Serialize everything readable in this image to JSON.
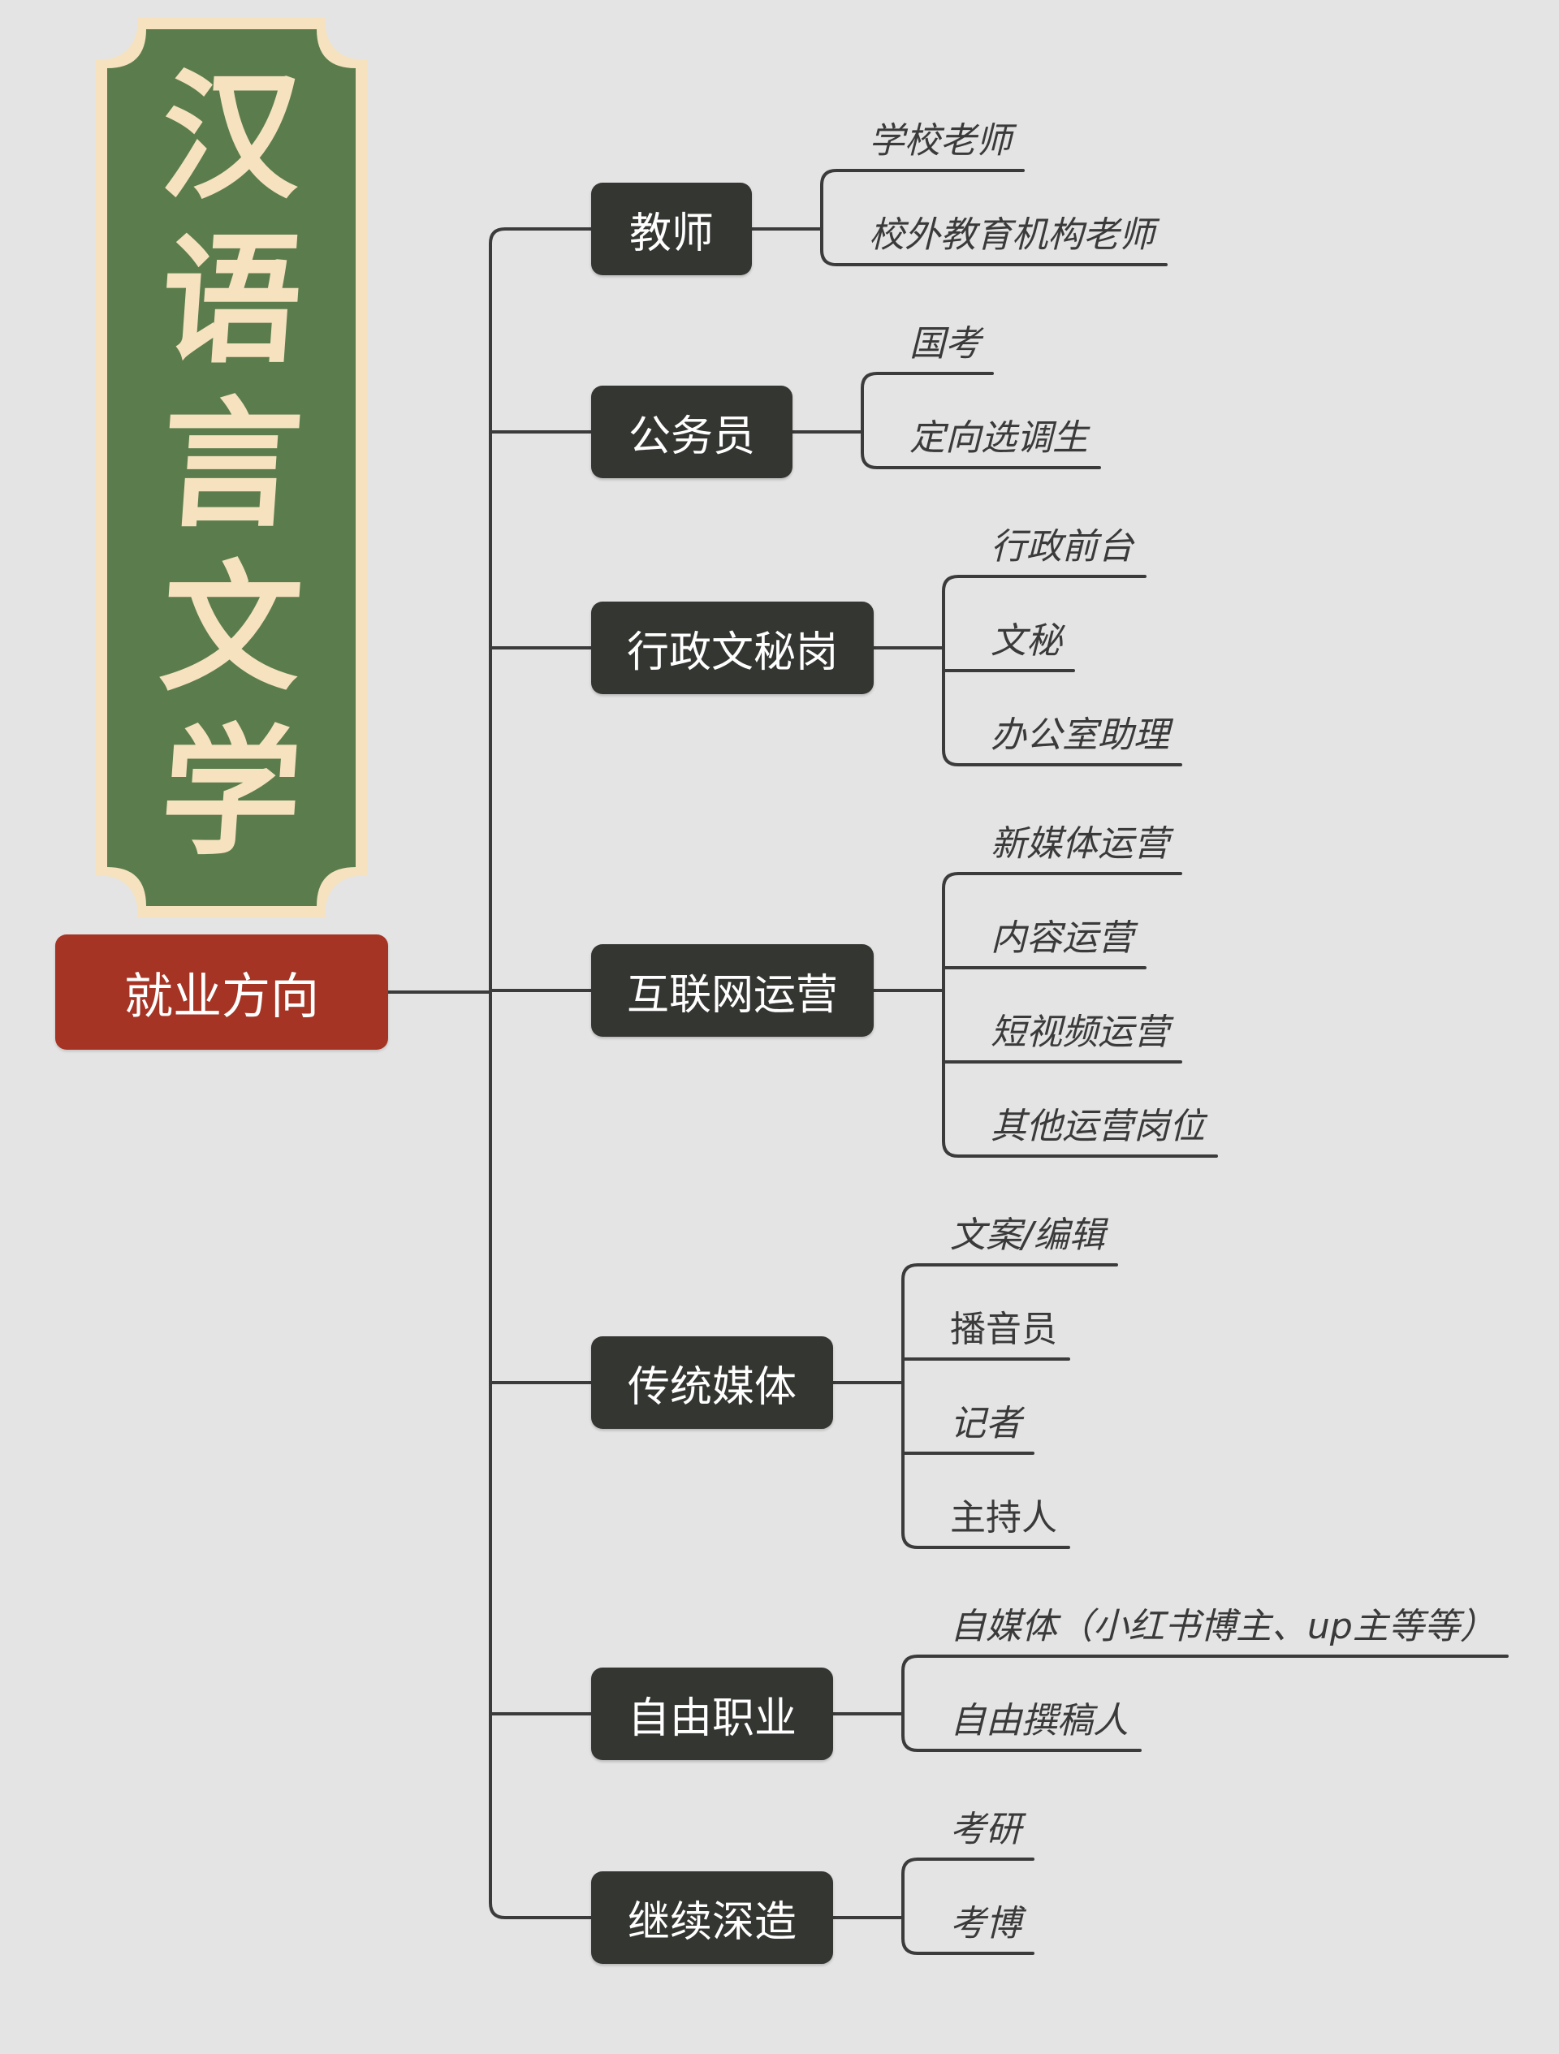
{
  "banner": {
    "title_chars": [
      "汉",
      "语",
      "言",
      "文",
      "学"
    ]
  },
  "root": {
    "label": "就业方向"
  },
  "categories": [
    {
      "label": "教师",
      "items": [
        "学校老师",
        "校外教育机构老师"
      ]
    },
    {
      "label": "公务员",
      "items": [
        "国考",
        "定向选调生"
      ]
    },
    {
      "label": "行政文秘岗",
      "items": [
        "行政前台",
        "文秘",
        "办公室助理"
      ]
    },
    {
      "label": "互联网运营",
      "items": [
        "新媒体运营",
        "内容运营",
        "短视频运营",
        "其他运营岗位"
      ]
    },
    {
      "label": "传统媒体",
      "items": [
        "文案/编辑",
        "播音员",
        "记者",
        "主持人"
      ]
    },
    {
      "label": "自由职业",
      "items": [
        "自媒体（小红书博主、up主等等）",
        "自由撰稿人"
      ]
    },
    {
      "label": "继续深造",
      "items": [
        "考研",
        "考博"
      ]
    }
  ],
  "colors": {
    "background": "#e4e4e4",
    "banner_green": "#5b7d4d",
    "banner_cream": "#f6e2bf",
    "root_red": "#a63424",
    "node_dark": "#343632",
    "line": "#3b3b3b"
  }
}
